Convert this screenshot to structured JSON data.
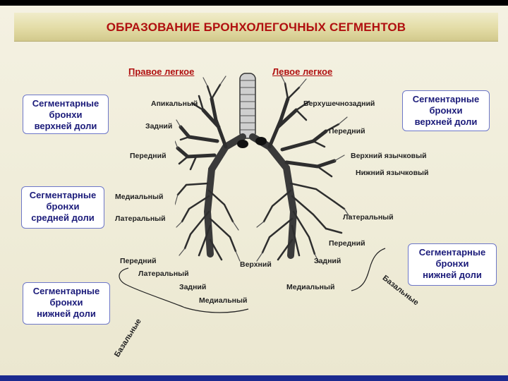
{
  "title": "ОБРАЗОВАНИЕ БРОНХОЛЕГОЧНЫХ СЕГМЕНТОВ",
  "lungs": {
    "right": "Правое легкое",
    "left": "Левое легкое"
  },
  "boxes": {
    "right_upper": {
      "line1": "Сегментарные",
      "line2": "бронхи",
      "line3": "верхней доли"
    },
    "right_middle": {
      "line1": "Сегментарные",
      "line2": "бронхи",
      "line3": "средней доли"
    },
    "right_lower": {
      "line1": "Сегментарные",
      "line2": "бронхи",
      "line3": "нижней доли"
    },
    "left_upper": {
      "line1": "Сегментарные",
      "line2": "бронхи",
      "line3": "верхней доли"
    },
    "left_lower": {
      "line1": "Сегментарные",
      "line2": "бронхи",
      "line3": "нижней доли"
    }
  },
  "labels": {
    "apical": "Апикальный",
    "posterior_r": "Задний",
    "anterior_r": "Передний",
    "medial_r": "Медиальный",
    "lateral_r": "Латеральный",
    "basal_anterior_r": "Передний",
    "basal_lateral_r": "Латеральный",
    "basal_posterior_r": "Задний",
    "basal_medial_r": "Медиальный",
    "apicoposterior": "Верхушечнозадний",
    "anterior_l": "Передний",
    "upper_lingular": "Верхний язычковый",
    "lower_lingular": "Нижний язычковый",
    "lateral_l": "Латеральный",
    "basal_anterior_l": "Передний",
    "basal_posterior_l": "Задний",
    "superior": "Верхний",
    "basal_medial_l": "Медиальный"
  },
  "basal_right": "Базальные",
  "basal_left": "Базальные"
}
